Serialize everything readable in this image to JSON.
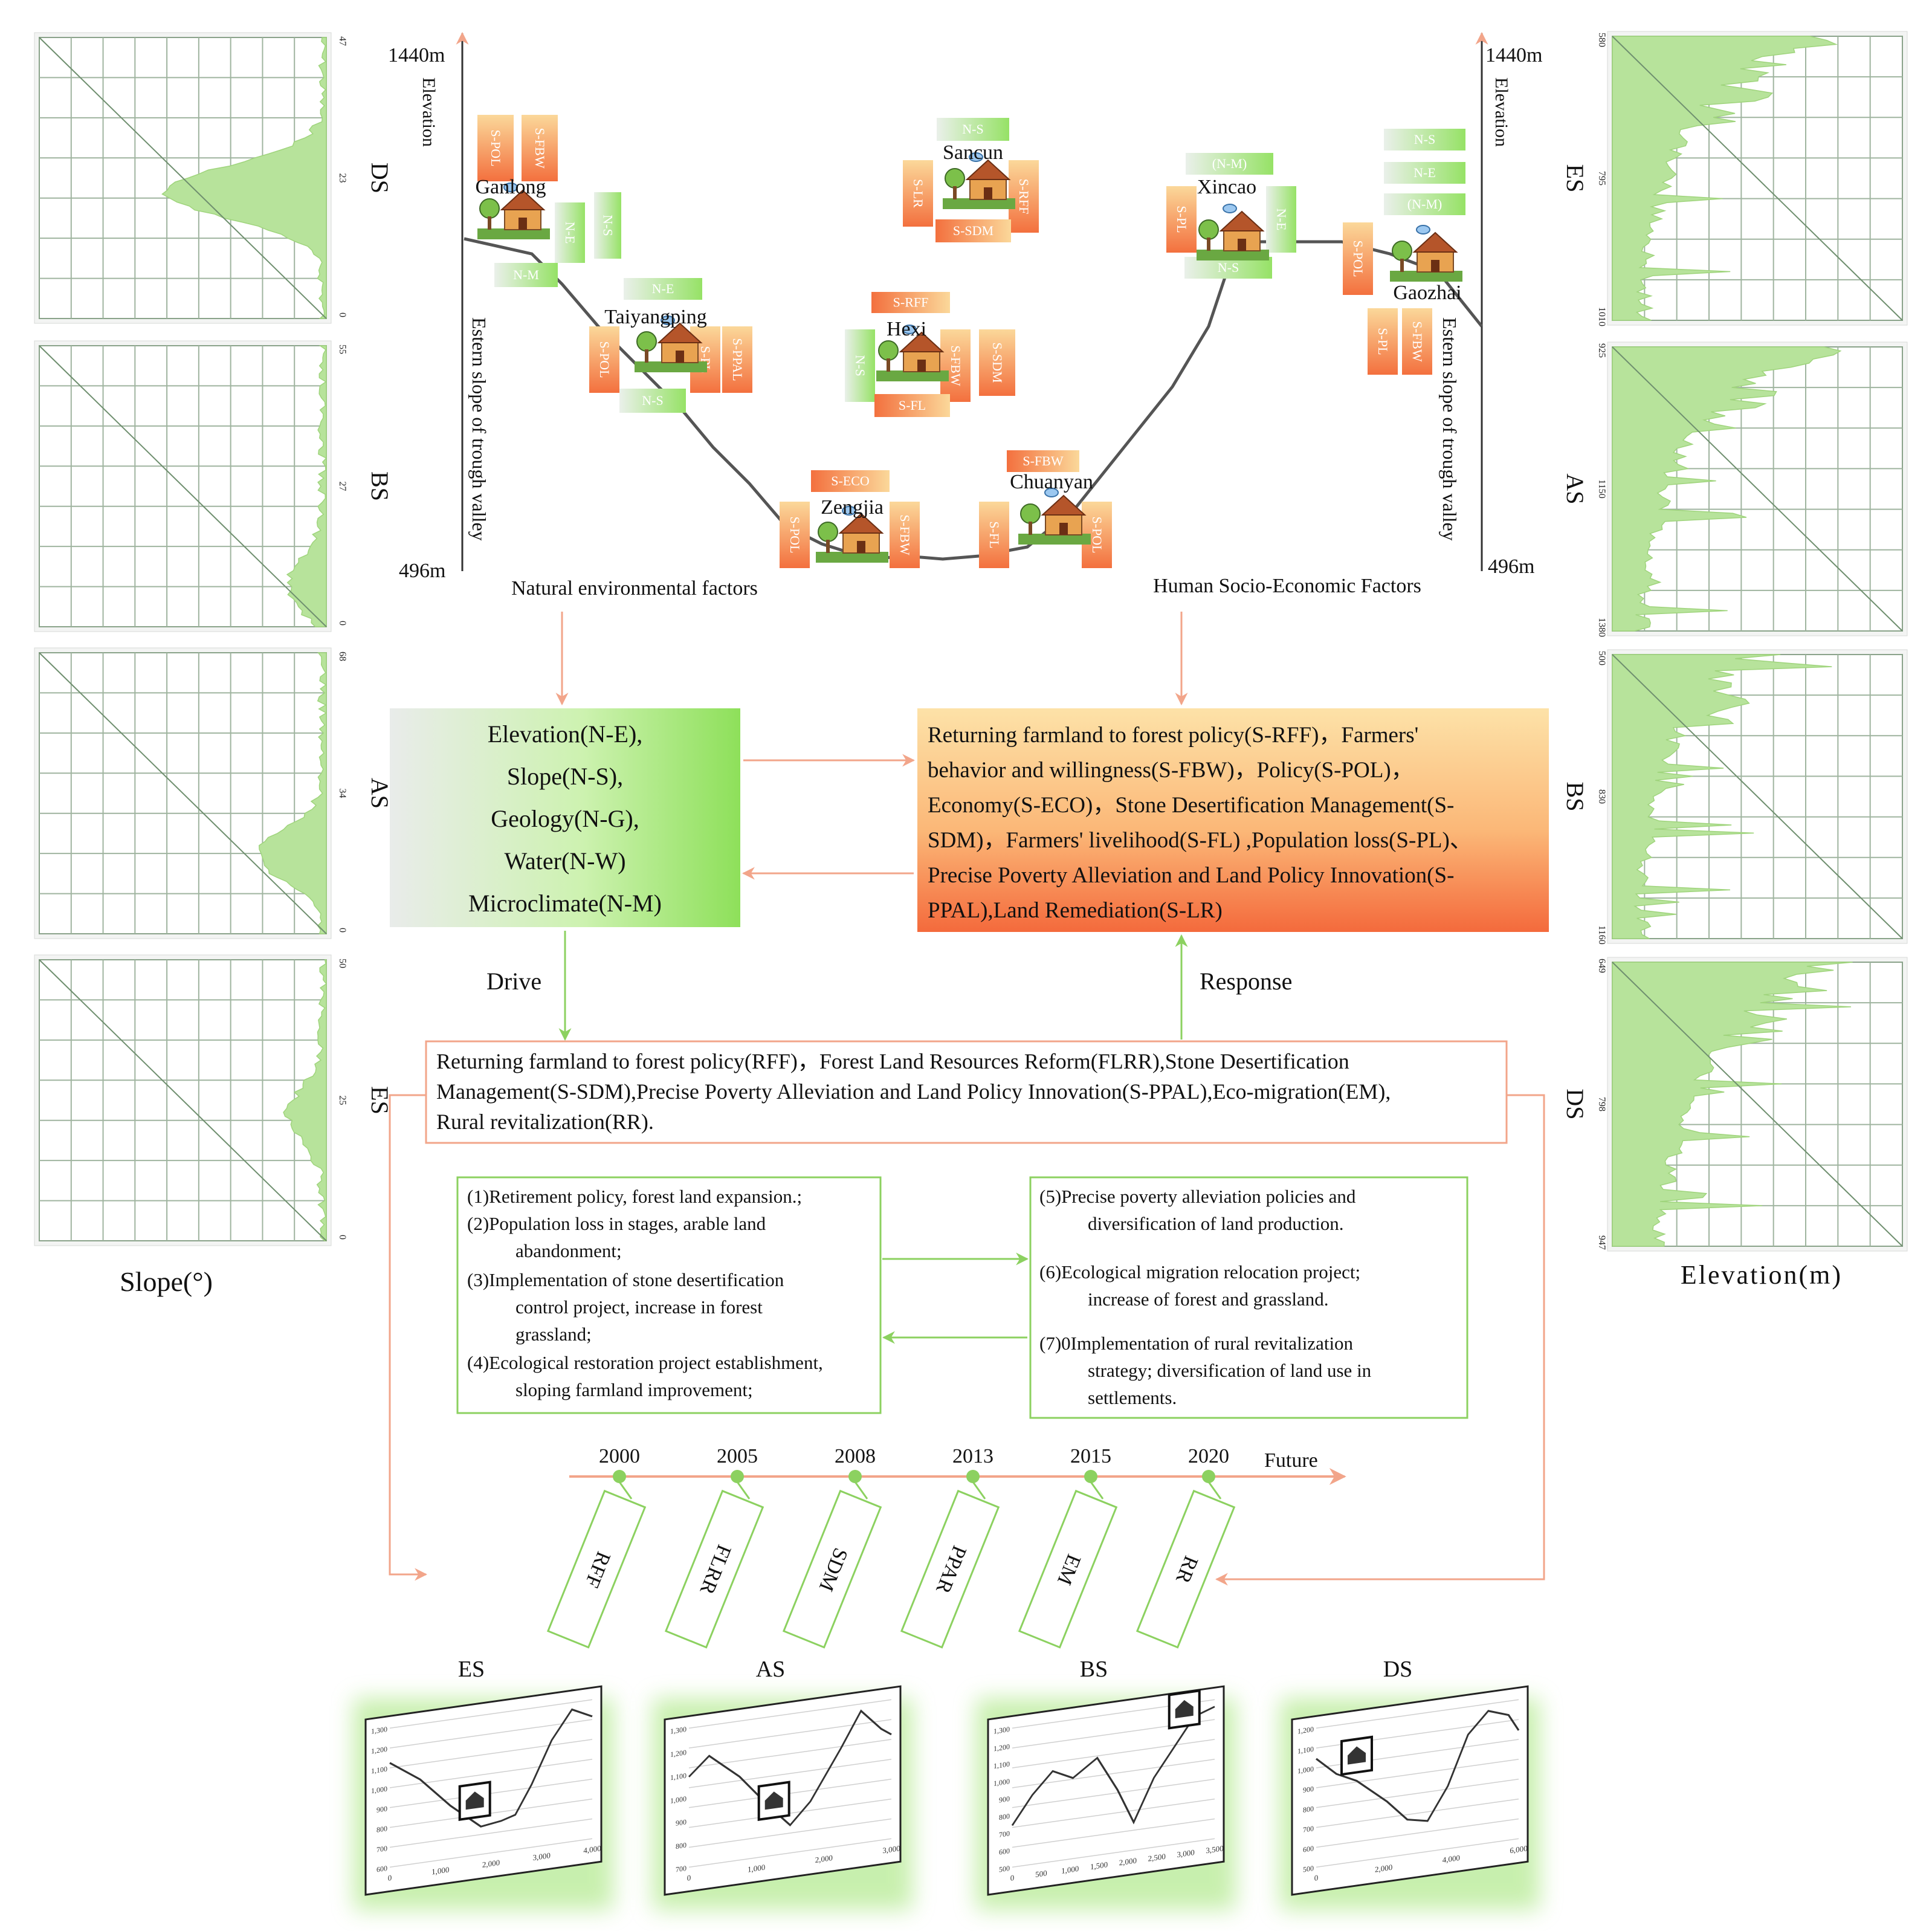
{
  "colors": {
    "arrow": "#f2a58a",
    "green_line": "#8cd160",
    "green_fill": "#9be36c",
    "orange": "#f26b3a",
    "panel_border": "#a7b8a7",
    "hist_green": "#a9d98b",
    "text": "#111111"
  },
  "left_panels": {
    "caption": "Slope(°)",
    "items": [
      {
        "label": "DS",
        "ticks": [
          "47",
          "23",
          "0"
        ]
      },
      {
        "label": "BS",
        "ticks": [
          "55",
          "27",
          "0"
        ]
      },
      {
        "label": "AS",
        "ticks": [
          "68",
          "34",
          "0"
        ]
      },
      {
        "label": "ES",
        "ticks": [
          "50",
          "25",
          "0"
        ]
      }
    ]
  },
  "right_panels": {
    "caption": "Elevation(m)",
    "items": [
      {
        "label": "ES",
        "ticks": [
          "580",
          "795",
          "1010"
        ]
      },
      {
        "label": "AS",
        "ticks": [
          "925",
          "1150",
          "1380"
        ]
      },
      {
        "label": "BS",
        "ticks": [
          "500",
          "830",
          "1160"
        ]
      },
      {
        "label": "DS",
        "ticks": [
          "649",
          "798",
          "947"
        ]
      }
    ]
  },
  "valley": {
    "elev_top_left": "1440m",
    "elev_top_right": "1440m",
    "elev_bottom_left": "496m",
    "elev_bottom_right": "496m",
    "axis_left": "Elevation",
    "axis_right": "Elevation",
    "slope_left": "Estern slope of trough valley",
    "slope_right": "Estern slope of trough valley",
    "factor_left": "Natural environmental factors",
    "factor_right": "Human Socio-Economic Factors",
    "villages": [
      {
        "name": "Ganlong"
      },
      {
        "name": "Taiyangping"
      },
      {
        "name": "Zengjia"
      },
      {
        "name": "Hexi"
      },
      {
        "name": "Sancun"
      },
      {
        "name": "Chuanyan"
      },
      {
        "name": "Xincao"
      },
      {
        "name": "Gaozhai"
      }
    ],
    "tags": [
      {
        "t": "S-POL"
      },
      {
        "t": "S-FBW"
      },
      {
        "t": "N-E"
      },
      {
        "t": "N-S"
      },
      {
        "t": "N-M"
      },
      {
        "t": "N-E"
      },
      {
        "t": "S-POL"
      },
      {
        "t": "S-PL"
      },
      {
        "t": "S-PPAL"
      },
      {
        "t": "N-S"
      },
      {
        "t": "S-ECO"
      },
      {
        "t": "S-POL"
      },
      {
        "t": "S-FBW"
      },
      {
        "t": "S-RFF"
      },
      {
        "t": "N-S"
      },
      {
        "t": "S-FBW"
      },
      {
        "t": "S-SDM"
      },
      {
        "t": "S-FL"
      },
      {
        "t": "N-S"
      },
      {
        "t": "S-LR"
      },
      {
        "t": "S-RFF"
      },
      {
        "t": "S-SDM"
      },
      {
        "t": "S-FBW"
      },
      {
        "t": "S-FL"
      },
      {
        "t": "S-POL"
      },
      {
        "t": "(N-M)"
      },
      {
        "t": "S-PL"
      },
      {
        "t": "N-E"
      },
      {
        "t": "N-S"
      },
      {
        "t": "N-S"
      },
      {
        "t": "N-E"
      },
      {
        "t": "(N-M)"
      },
      {
        "t": "S-POL"
      },
      {
        "t": "S-PL"
      },
      {
        "t": "S-FBW"
      }
    ]
  },
  "natural_box": {
    "lines": [
      "Elevation(N-E),",
      "Slope(N-S),",
      "Geology(N-G),",
      "Water(N-W)",
      "Microclimate(N-M)"
    ]
  },
  "human_box": {
    "lines": [
      "Returning farmland to forest policy(S-RFF)，Farmers'",
      "behavior and willingness(S-FBW)，Policy(S-POL)，",
      "Economy(S-ECO)，Stone Desertification Management(S-",
      "SDM)，Farmers' livelihood(S-FL) ,Population loss(S-PL)、",
      "Precise Poverty Alleviation and Land Policy Innovation(S-",
      "PPAL),Land Remediation(S-LR)"
    ]
  },
  "drive_label": "Drive",
  "response_label": "Response",
  "policy_box": {
    "lines": [
      "Returning farmland to forest policy(RFF)，Forest Land Resources Reform(FLRR),Stone Desertification",
      "Management(S-SDM),Precise Poverty Alleviation and Land Policy Innovation(S-PPAL),Eco-migration(EM),",
      "Rural revitalization(RR)."
    ]
  },
  "effects_left": {
    "lines": [
      "(1)Retirement policy, forest land expansion.;",
      "(2)Population loss in stages, arable land",
      "abandonment;",
      "(3)Implementation of stone desertification",
      "control project, increase in forest",
      "grassland;",
      "(4)Ecological restoration project establishment,",
      "sloping farmland improvement;"
    ]
  },
  "effects_right": {
    "lines": [
      "(5)Precise poverty alleviation policies and",
      "diversification of land production.",
      "(6)Ecological migration relocation project;",
      "increase of forest and grassland.",
      "(7)0Implementation of rural revitalization",
      "strategy; diversification of land use in",
      "settlements."
    ]
  },
  "timeline": {
    "years": [
      "2000",
      "2005",
      "2008",
      "2013",
      "2015",
      "2020"
    ],
    "future": "Future",
    "policies": [
      "RFF",
      "FLRR",
      "SDM",
      "PPAR",
      "EM",
      "RR"
    ]
  },
  "profiles": [
    {
      "title": "ES",
      "y_ticks": [
        "1,300",
        "1,200",
        "1,100",
        "1,000",
        "900",
        "800",
        "700",
        "600"
      ],
      "x_ticks": [
        "0",
        "1,000",
        "2,000",
        "3,000",
        "4,000"
      ]
    },
    {
      "title": "AS",
      "y_ticks": [
        "1,300",
        "1,200",
        "1,100",
        "1,000",
        "900",
        "800",
        "700"
      ],
      "x_ticks": [
        "0",
        "1,000",
        "2,000",
        "3,000"
      ]
    },
    {
      "title": "BS",
      "y_ticks": [
        "1,300",
        "1,200",
        "1,100",
        "1,000",
        "900",
        "800",
        "700",
        "600",
        "500"
      ],
      "x_ticks": [
        "0",
        "500",
        "1,000",
        "1,500",
        "2,000",
        "2,500",
        "3,000",
        "3,500"
      ]
    },
    {
      "title": "DS",
      "y_ticks": [
        "1,200",
        "1,100",
        "1,000",
        "900",
        "800",
        "700",
        "600",
        "500"
      ],
      "x_ticks": [
        "0",
        "2,000",
        "4,000",
        "6,000"
      ]
    }
  ]
}
